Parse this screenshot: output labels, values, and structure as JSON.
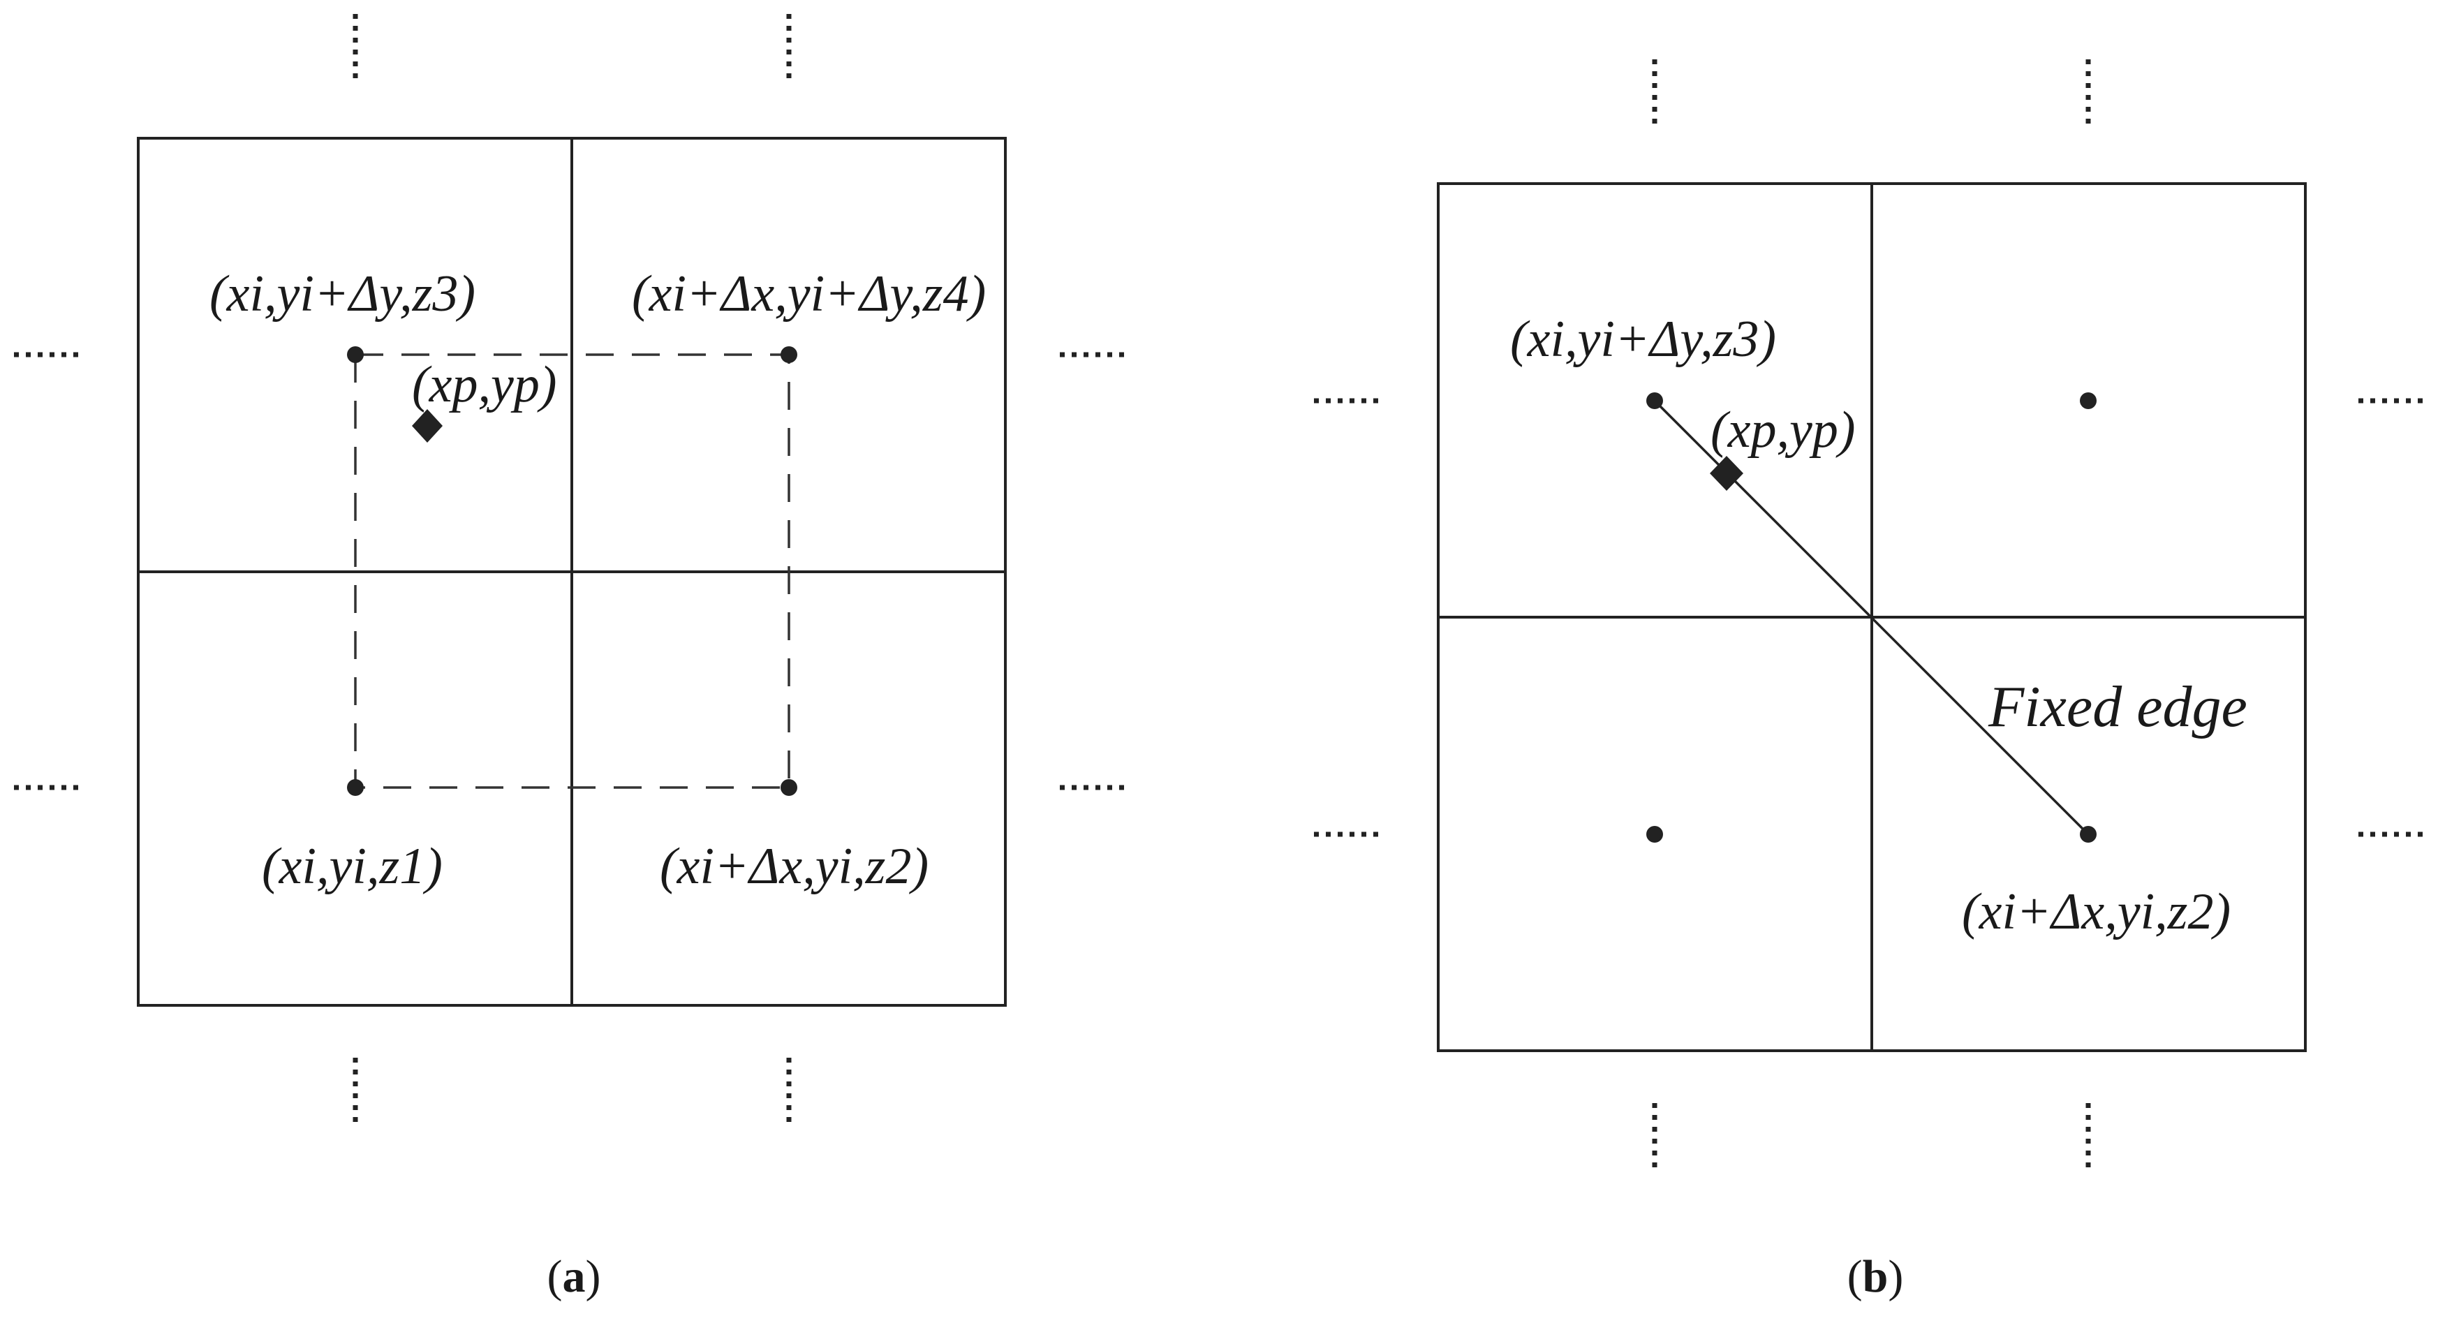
{
  "panel_a": {
    "caption_open": "(",
    "caption_letter": "a",
    "caption_close": ")",
    "points": {
      "top_left": "(xi,yi+Δy,z3)",
      "top_right": "(xi+Δx,yi+Δy,z4)",
      "bottom_left": "(xi,yi,z1)",
      "bottom_right": "(xi+Δx,yi,z2)",
      "query": "(xp,yp)"
    },
    "ellipsis": "....."
  },
  "panel_b": {
    "caption_open": "(",
    "caption_letter": "b",
    "caption_close": ")",
    "points": {
      "top_left": "(xi,yi+Δy,z3)",
      "bottom_right": "(xi+Δx,yi,z2)",
      "query": "(xp,yp)"
    },
    "edge_label": "Fixed edge",
    "ellipsis": "....."
  },
  "colors": {
    "line": "#222222",
    "background": "#ffffff"
  }
}
